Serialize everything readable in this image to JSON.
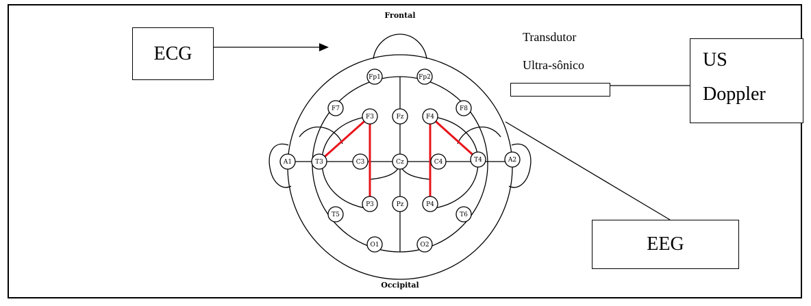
{
  "labels": {
    "frontal": "Frontal",
    "occipital": "Occipital",
    "ecg": "ECG",
    "eeg": "EEG",
    "us_line1": "US",
    "us_line2": "Doppler",
    "transducer_line1": "Transdutor",
    "transducer_line2": "Ultra-sônico"
  },
  "electrodes": [
    "Fp1",
    "Fp2",
    "F7",
    "F3",
    "Fz",
    "F4",
    "F8",
    "A1",
    "T3",
    "C3",
    "Cz",
    "C4",
    "T4",
    "A2",
    "T5",
    "P3",
    "Pz",
    "P4",
    "T6",
    "O1",
    "O2"
  ],
  "colors": {
    "montage_lines": "#e8141c",
    "outline": "#000000"
  }
}
